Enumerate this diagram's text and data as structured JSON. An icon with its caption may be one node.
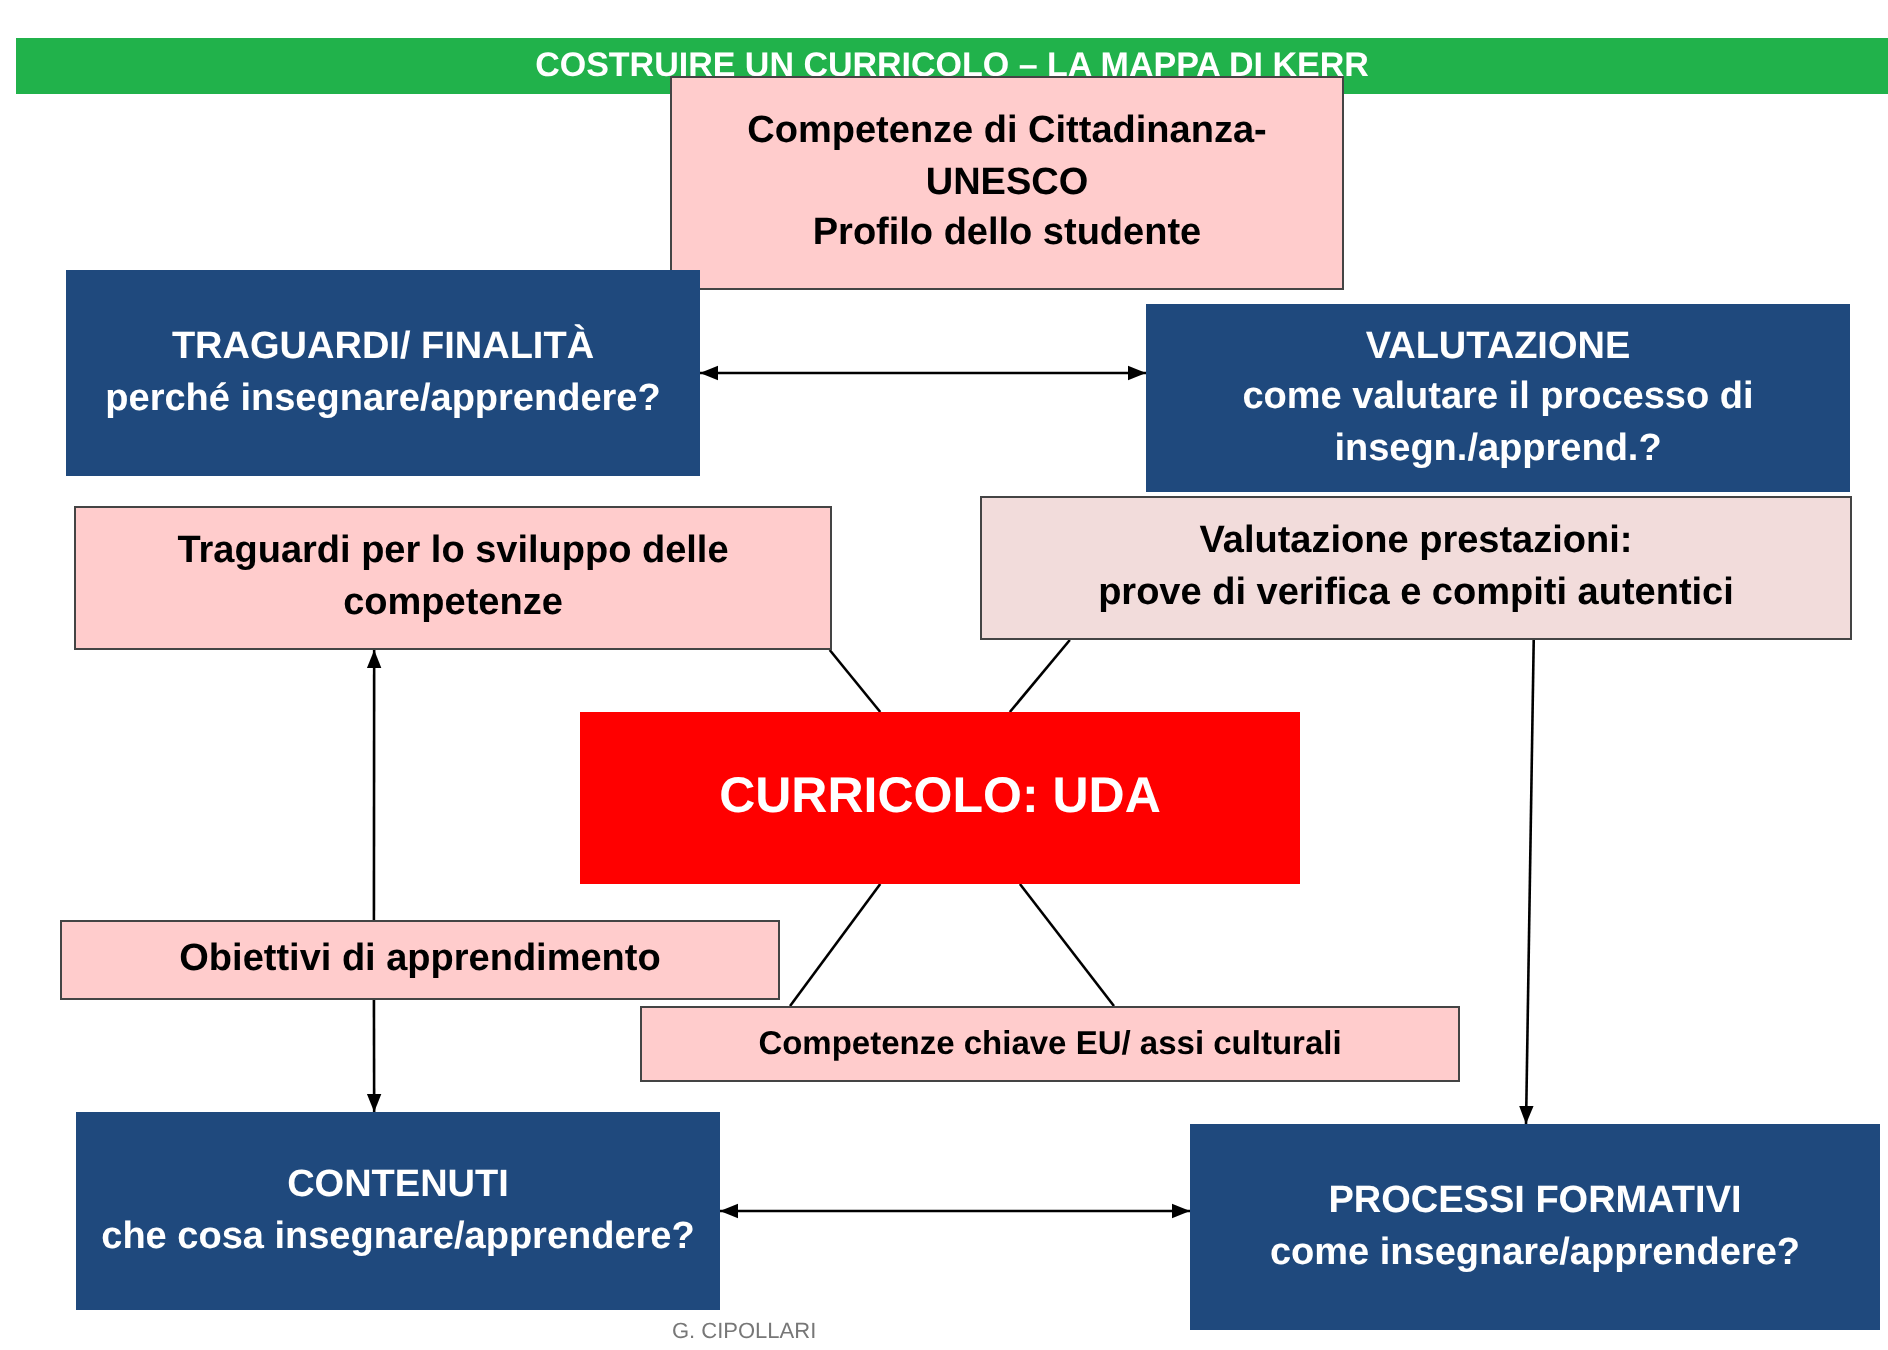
{
  "diagram": {
    "title": "COSTRUIRE UN CURRICOLO – LA MAPPA DI KERR",
    "nodes": [
      {
        "text": [
          "Competenze di Cittadinanza- UNESCO",
          "Profilo dello studente"
        ]
      },
      {
        "text": [
          "TRAGUARDI/ FINALITÀ",
          "perché insegnare/apprendere?"
        ]
      },
      {
        "text": [
          "VALUTAZIONE",
          "come valutare il processo di insegn./apprend.?"
        ]
      },
      {
        "text": [
          "Traguardi per lo sviluppo delle competenze"
        ]
      },
      {
        "text": [
          "Valutazione prestazioni:",
          "prove di verifica e compiti autentici"
        ]
      },
      {
        "text": [
          "CURRICOLO: UDA"
        ]
      },
      {
        "text": [
          "Obiettivi di apprendimento"
        ]
      },
      {
        "text": [
          "Competenze chiave EU/ assi culturali"
        ]
      },
      {
        "text": [
          "CONTENUTI",
          "che cosa insegnare/apprendere?"
        ]
      },
      {
        "text": [
          "PROCESSI FORMATIVI",
          "come insegnare/apprendere?"
        ]
      }
    ],
    "edges": [
      {
        "from": 1,
        "to": 2,
        "arrow": "both"
      },
      {
        "from": 6,
        "to": 3,
        "arrow": "to"
      },
      {
        "from": 6,
        "to": 8,
        "arrow": "to"
      },
      {
        "from": 4,
        "to": 9,
        "arrow": "to"
      },
      {
        "from": 8,
        "to": 9,
        "arrow": "both"
      },
      {
        "from": 5,
        "to": 3,
        "arrow": "none"
      },
      {
        "from": 5,
        "to": 4,
        "arrow": "none"
      },
      {
        "from": 5,
        "to": 7,
        "arrow": "none"
      },
      {
        "from": 5,
        "to": 7,
        "arrow": "none"
      }
    ],
    "labels": [
      "G. CIPOLLARI"
    ]
  }
}
